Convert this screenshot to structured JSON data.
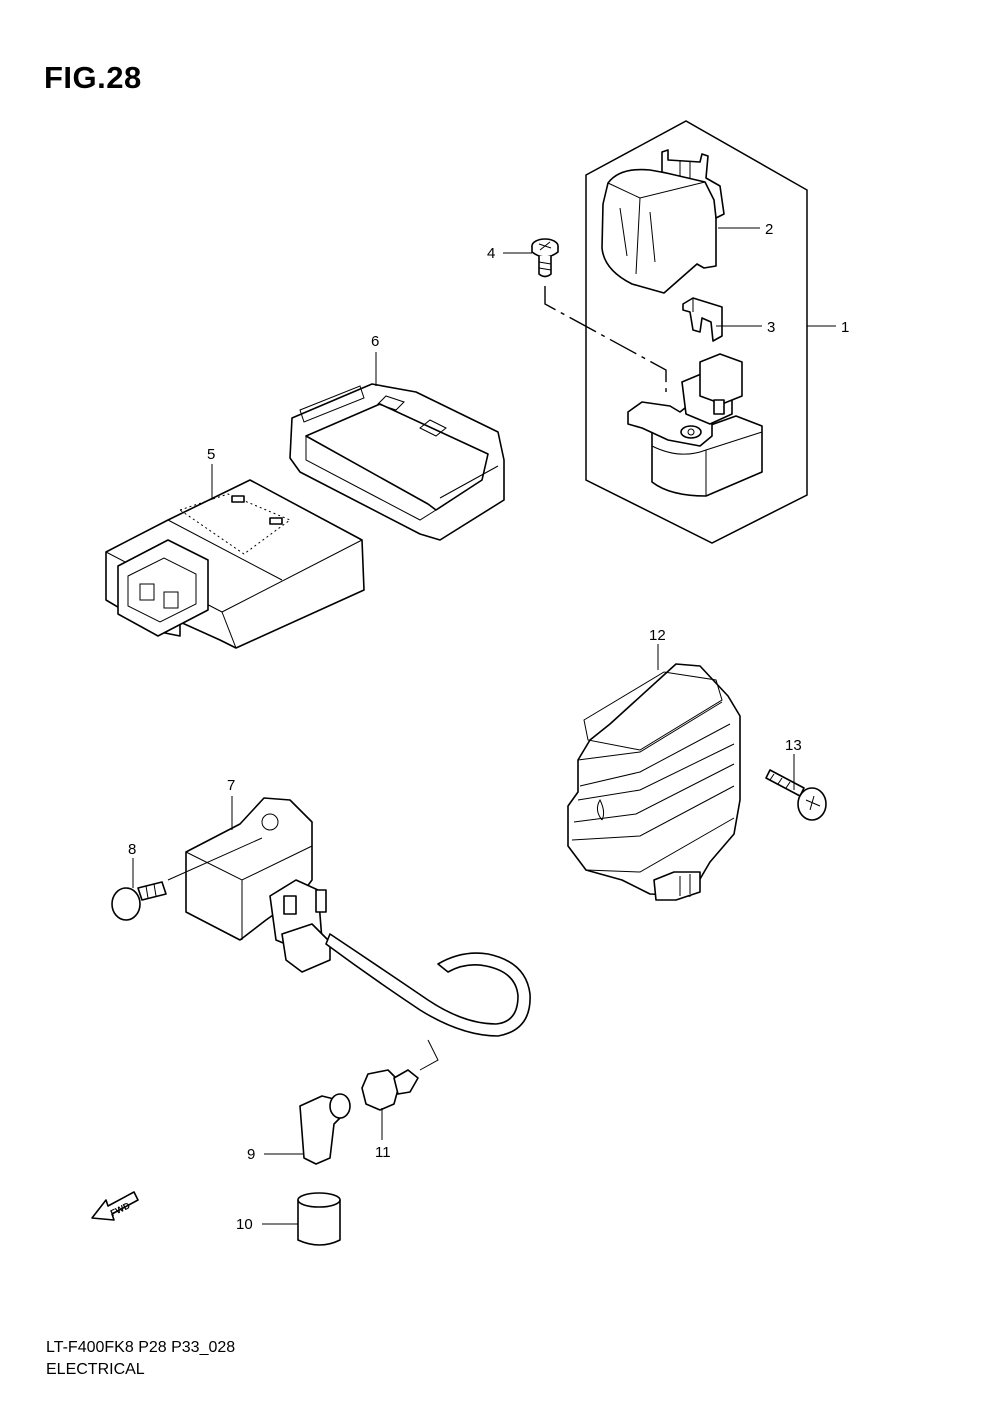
{
  "figure": {
    "title": "FIG.28",
    "model_code": "LT-F400FK8 P28 P33_028",
    "section_title": "ELECTRICAL"
  },
  "callouts": [
    "1",
    "2",
    "3",
    "4",
    "5",
    "6",
    "7",
    "8",
    "9",
    "10",
    "11",
    "12",
    "13"
  ],
  "arrow_label": "FWD"
}
